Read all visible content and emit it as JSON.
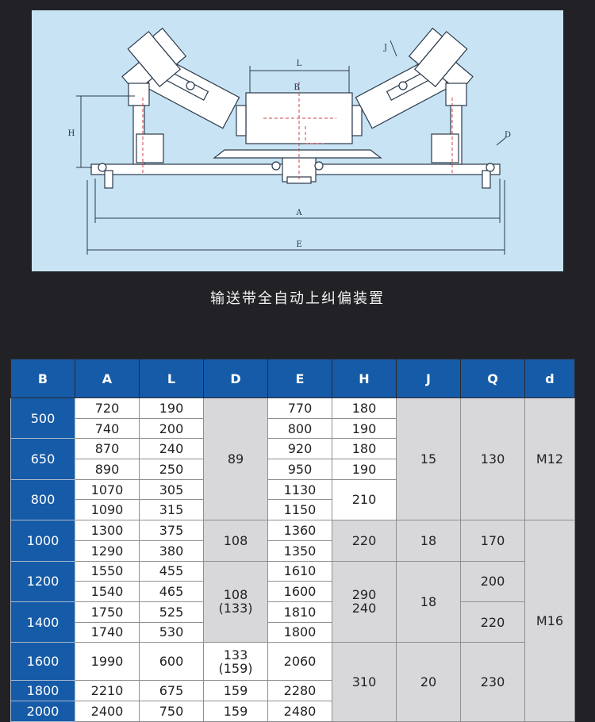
{
  "caption": "输送带全自动上纠偏装置",
  "diagram": {
    "label_l": "L",
    "label_b": "B",
    "label_h": "H",
    "label_j": "J",
    "label_d": "D",
    "label_a": "A",
    "label_e": "E"
  },
  "table": {
    "headers": [
      "B",
      "A",
      "L",
      "D",
      "E",
      "H",
      "J",
      "Q",
      "d"
    ],
    "b_values": [
      "500",
      "650",
      "800",
      "1000",
      "1200",
      "1400",
      "1600",
      "1800",
      "2000"
    ],
    "a_values": [
      "720",
      "740",
      "870",
      "890",
      "1070",
      "1090",
      "1300",
      "1290",
      "1550",
      "1540",
      "1750",
      "1740",
      "1990",
      "2210",
      "2400"
    ],
    "l_values": [
      "190",
      "200",
      "240",
      "250",
      "305",
      "315",
      "375",
      "380",
      "455",
      "465",
      "525",
      "530",
      "600",
      "675",
      "750"
    ],
    "e_values": [
      "770",
      "800",
      "920",
      "950",
      "1130",
      "1150",
      "1360",
      "1350",
      "1610",
      "1600",
      "1810",
      "1800",
      "2060",
      "2280",
      "2480"
    ],
    "d_values": {
      "g1": "89",
      "g2": "108",
      "g3_line1": "108",
      "g3_line2": "(133)",
      "g4_line1": "133",
      "g4_line2": "(159)",
      "g5": "159",
      "g6": "159"
    },
    "h_values": {
      "r1": "180",
      "r2": "190",
      "r3": "180",
      "r4": "190",
      "g5": "210",
      "g6": "220",
      "g7_line1": "290",
      "g7_line2": "240",
      "g8": "310"
    },
    "j_values": {
      "g1": "15",
      "g2": "18",
      "g3": "18",
      "g4": "20"
    },
    "q_values": {
      "g1": "130",
      "g2": "170",
      "g3": "200",
      "g4": "220",
      "g5": "230"
    },
    "dd_values": {
      "g1": "M12",
      "g2": "M16"
    }
  }
}
